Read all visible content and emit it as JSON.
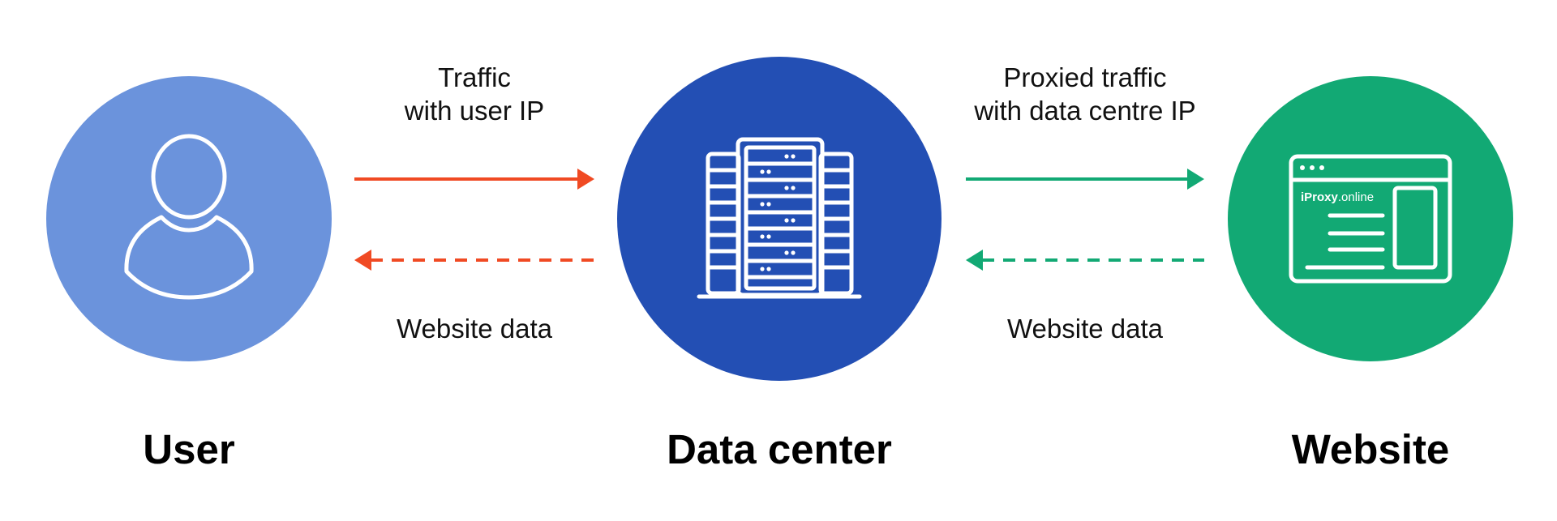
{
  "diagram": {
    "nodes": [
      {
        "id": "user",
        "label": "User",
        "icon": "user-icon",
        "color": "#6b93dc"
      },
      {
        "id": "datacenter",
        "label": "Data center",
        "icon": "server-rack-icon",
        "color": "#234fb4"
      },
      {
        "id": "website",
        "label": "Website",
        "icon": "browser-window-icon",
        "color": "#12a974"
      }
    ],
    "edges": [
      {
        "from": "user",
        "to": "datacenter",
        "style": "solid",
        "color": "#f04a23",
        "label": "Traffic\nwith user IP"
      },
      {
        "from": "datacenter",
        "to": "user",
        "style": "dashed",
        "color": "#f04a23",
        "label": "Website data"
      },
      {
        "from": "datacenter",
        "to": "website",
        "style": "solid",
        "color": "#12a974",
        "label": "Proxied traffic\nwith data centre IP"
      },
      {
        "from": "website",
        "to": "datacenter",
        "style": "dashed",
        "color": "#12a974",
        "label": "Website data"
      }
    ],
    "website_logo": {
      "brand": "iProxy",
      "suffix": ".online"
    }
  }
}
